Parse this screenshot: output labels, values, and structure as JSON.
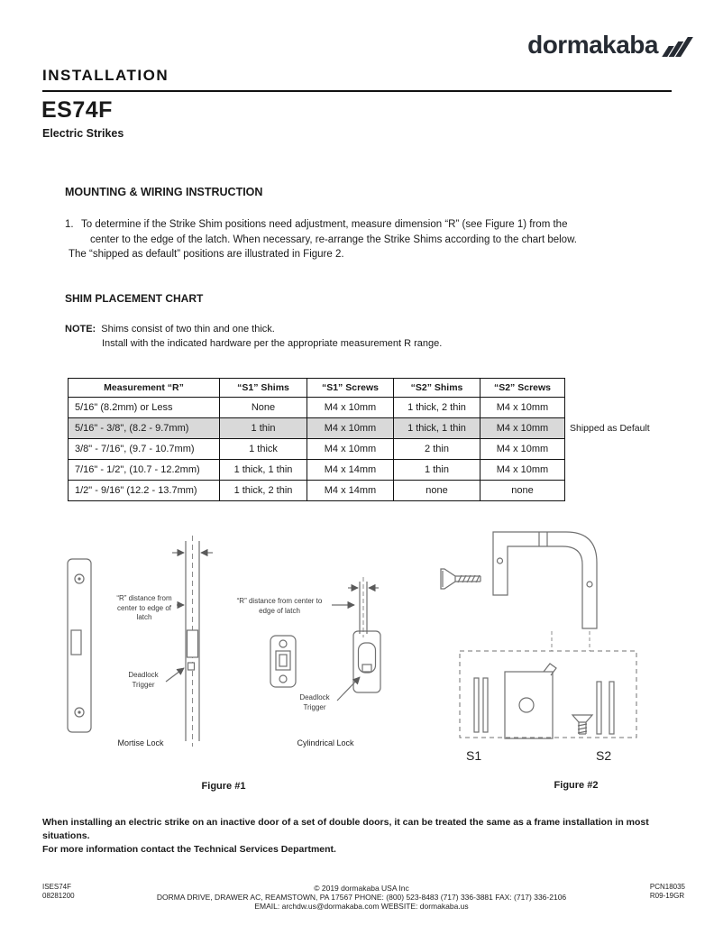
{
  "colors": {
    "brand": "#262b33",
    "row_highlight": "#d9d9d9"
  },
  "brand": {
    "logo_text": "dormakaba"
  },
  "header": {
    "section_title": "INSTALLATION",
    "product_code": "ES74F",
    "product_subtitle": "Electric Strikes"
  },
  "mounting": {
    "heading": "MOUNTING & WIRING INSTRUCTION",
    "step_number": "1.",
    "step_lines": [
      "To determine if the Strike Shim positions need adjustment, measure dimension “R” (see Figure 1) from the",
      "center to the edge of the latch. When necessary, re-arrange the Strike Shims according to the chart below.",
      "The “shipped as default” positions are illustrated in Figure 2."
    ]
  },
  "shim_chart": {
    "heading": "SHIM PLACEMENT CHART",
    "note_label": "NOTE:",
    "note_lines": [
      "Shims consist of two thin and one thick.",
      "Install with the indicated hardware per the appropriate measurement R range."
    ],
    "columns": [
      "Measurement “R”",
      "“S1” Shims",
      "“S1” Screws",
      "“S2” Shims",
      "“S2” Screws"
    ],
    "rows": [
      {
        "measurement": "5/16\" (8.2mm) or Less",
        "s1_shims": "None",
        "s1_screws": "M4 x 10mm",
        "s2_shims": "1 thick, 2 thin",
        "s2_screws": "M4 x 10mm"
      },
      {
        "measurement": "5/16\" - 3/8\", (8.2 - 9.7mm)",
        "s1_shims": "1 thin",
        "s1_screws": "M4 x 10mm",
        "s2_shims": "1 thick, 1 thin",
        "s2_screws": "M4 x 10mm"
      },
      {
        "measurement": "3/8\" - 7/16\", (9.7 - 10.7mm)",
        "s1_shims": "1 thick",
        "s1_screws": "M4 x 10mm",
        "s2_shims": "2 thin",
        "s2_screws": "M4 x 10mm"
      },
      {
        "measurement": "7/16\" - 1/2\", (10.7 - 12.2mm)",
        "s1_shims": "1 thick, 1 thin",
        "s1_screws": "M4 x 14mm",
        "s2_shims": "1 thin",
        "s2_screws": "M4 x 10mm"
      },
      {
        "measurement": "1/2\" - 9/16\" (12.2 - 13.7mm)",
        "s1_shims": "1 thick, 2 thin",
        "s1_screws": "M4 x 14mm",
        "s2_shims": "none",
        "s2_screws": "none"
      }
    ],
    "shipped_default_label": "Shipped as Default"
  },
  "figures": {
    "figure1": {
      "caption": "Figure #1",
      "mortise_r_label": "“R” distance from center to edge of latch",
      "mortise_trigger_label": "Deadlock Trigger",
      "mortise_caption": "Mortise Lock",
      "cylindrical_r_label": "“R” distance from center to edge of latch",
      "cylindrical_trigger_label": "Deadlock Trigger",
      "cylindrical_caption": "Cylindrical Lock"
    },
    "figure2": {
      "caption": "Figure #2",
      "s1_label": "S1",
      "s2_label": "S2"
    }
  },
  "notice_lines": [
    "When installing an electric strike on an inactive door of a set of double doors, it can be treated the same as a frame installation in most situations.",
    "For more information contact the Technical Services Department."
  ],
  "footer": {
    "left": [
      "ISES74F",
      "08281200"
    ],
    "center": [
      "© 2019 dormakaba USA Inc",
      "DORMA DRIVE, DRAWER AC, REAMSTOWN, PA 17567  PHONE: (800) 523-8483 (717) 336-3881  FAX: (717) 336-2106",
      "EMAIL: archdw.us@dormakaba.com  WEBSITE: dormakaba.us"
    ],
    "right": [
      "PCN18035",
      "R09-19GR"
    ]
  }
}
